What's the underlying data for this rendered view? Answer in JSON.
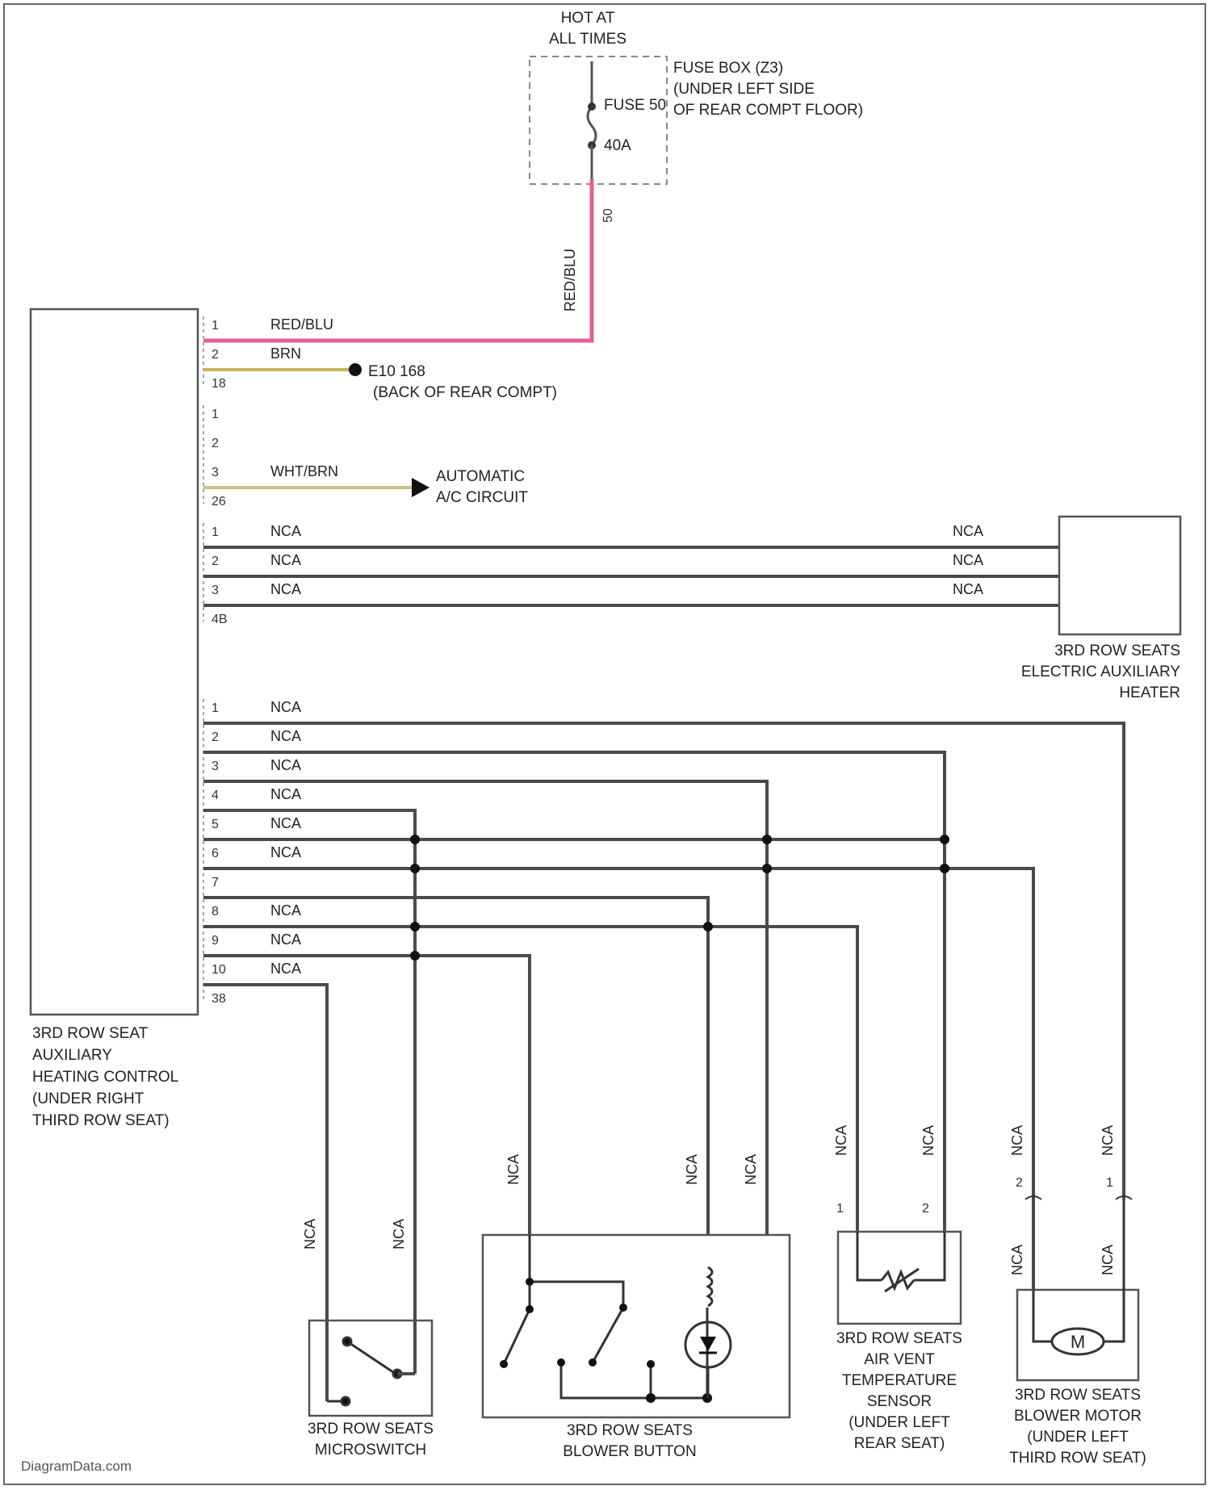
{
  "colors": {
    "wire": "#4a4a4a",
    "hot_wire": "#e0609a",
    "ground_wire": "#c8b45a",
    "signal_wire": "#c9c08a",
    "box": "#555555",
    "fuse_box": "#888888"
  },
  "labels": {
    "hot_at_all_times": [
      "HOT AT",
      "ALL TIMES"
    ],
    "fuse_box": [
      "FUSE BOX (Z3)",
      "(UNDER LEFT SIDE",
      "OF REAR COMPT FLOOR)"
    ],
    "fuse_name": "FUSE 50",
    "fuse_rating": "40A",
    "fuse_pin": "50",
    "fuse_wire": "RED/BLU",
    "ground": [
      "E10 168",
      "(BACK OF REAR COMPT)"
    ],
    "auto_ac": [
      "AUTOMATIC",
      "A/C CIRCUIT"
    ],
    "heater": [
      "3RD ROW SEATS",
      "ELECTRIC AUXILIARY",
      "HEATER"
    ],
    "control": [
      "3RD ROW SEAT",
      "AUXILIARY",
      "HEATING CONTROL",
      "(UNDER RIGHT",
      "THIRD ROW SEAT)"
    ],
    "microswitch": [
      "3RD ROW SEATS",
      "MICROSWITCH"
    ],
    "blower_button": [
      "3RD ROW SEATS",
      "BLOWER BUTTON"
    ],
    "temp_sensor": [
      "3RD ROW SEATS",
      "AIR VENT",
      "TEMPERATURE",
      "SENSOR",
      "(UNDER LEFT",
      "REAR SEAT)"
    ],
    "blower_motor": [
      "3RD ROW SEATS",
      "BLOWER MOTOR",
      "(UNDER LEFT",
      "THIRD ROW SEAT)"
    ],
    "motor_symbol": "M",
    "footer": "DiagramData.com"
  },
  "connectors": {
    "c1": {
      "pins": [
        {
          "num": "1",
          "wire": "RED/BLU"
        },
        {
          "num": "2",
          "wire": "BRN"
        },
        {
          "num": "18",
          "wire": ""
        }
      ]
    },
    "c2": {
      "pins": [
        {
          "num": "1",
          "wire": ""
        },
        {
          "num": "2",
          "wire": ""
        },
        {
          "num": "3",
          "wire": "WHT/BRN"
        },
        {
          "num": "26",
          "wire": ""
        }
      ]
    },
    "c3": {
      "pins": [
        {
          "num": "1",
          "wire": "NCA"
        },
        {
          "num": "2",
          "wire": "NCA"
        },
        {
          "num": "3",
          "wire": "NCA"
        },
        {
          "num": "4B",
          "wire": ""
        }
      ],
      "right_wires": [
        "NCA",
        "NCA",
        "NCA"
      ]
    },
    "c4": {
      "pins": [
        {
          "num": "1",
          "wire": "NCA"
        },
        {
          "num": "2",
          "wire": "NCA"
        },
        {
          "num": "3",
          "wire": "NCA"
        },
        {
          "num": "4",
          "wire": "NCA"
        },
        {
          "num": "5",
          "wire": "NCA"
        },
        {
          "num": "6",
          "wire": "NCA"
        },
        {
          "num": "7",
          "wire": ""
        },
        {
          "num": "8",
          "wire": "NCA"
        },
        {
          "num": "9",
          "wire": "NCA"
        },
        {
          "num": "10",
          "wire": "NCA"
        },
        {
          "num": "38",
          "wire": ""
        }
      ]
    }
  },
  "vertical_wire_labels": {
    "microswitch": [
      "NCA",
      "NCA"
    ],
    "blower_button": [
      "NCA",
      "NCA",
      "NCA"
    ],
    "temp_sensor": [
      "NCA",
      "NCA"
    ],
    "motor_upper": [
      "NCA",
      "NCA"
    ],
    "motor_lower": [
      "NCA",
      "NCA"
    ]
  },
  "component_pins": {
    "temp_sensor": [
      "1",
      "2"
    ],
    "blower_motor": [
      "2",
      "1"
    ]
  }
}
